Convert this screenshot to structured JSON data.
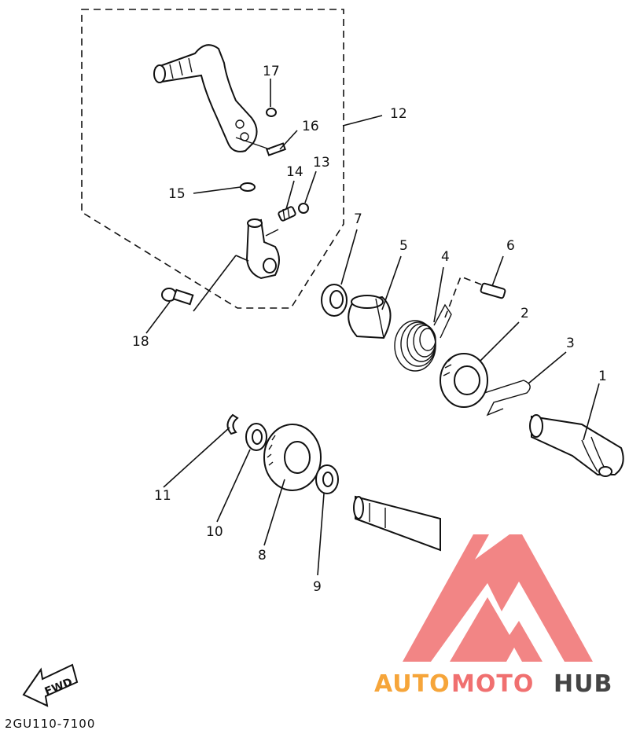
{
  "diagram": {
    "callouts": [
      "1",
      "2",
      "3",
      "4",
      "5",
      "6",
      "7",
      "8",
      "9",
      "10",
      "11",
      "12",
      "13",
      "14",
      "15",
      "16",
      "17",
      "18"
    ],
    "direction_label": "FWD",
    "part_code": "2GU110-7100"
  },
  "watermark": {
    "brand_part1": "AUTO",
    "brand_part2": "MOTO",
    "brand_part3": "HUB",
    "colors": {
      "orange": "#f6a53a",
      "red": "#f07070",
      "gray": "#444444"
    }
  }
}
